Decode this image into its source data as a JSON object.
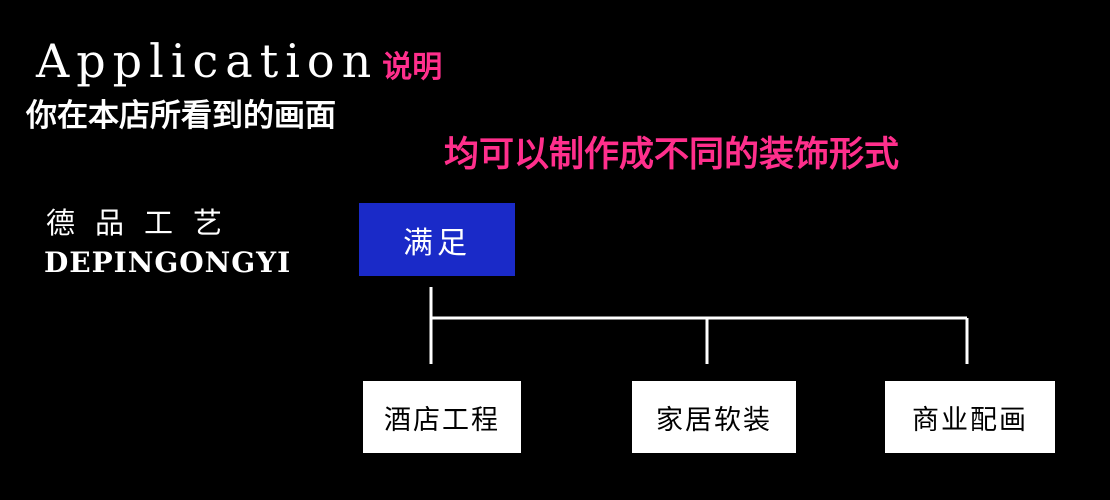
{
  "colors": {
    "background": "#000000",
    "text": "#ffffff",
    "accent_pink": "#ff2f8c",
    "root_box": "#1a2ac8",
    "connector": "#ffffff",
    "child_box": "#ffffff",
    "child_text": "#000000"
  },
  "header": {
    "app_word": "Application",
    "app_suffix": "说明",
    "line2": "你在本店所看到的画面",
    "line3": "均可以制作成不同的装饰形式"
  },
  "brand": {
    "chinese": "德品工艺",
    "english": "DEPINGONGYI"
  },
  "tree": {
    "root": "满足",
    "children": [
      "酒店工程",
      "家居软装",
      "商业配画"
    ]
  }
}
